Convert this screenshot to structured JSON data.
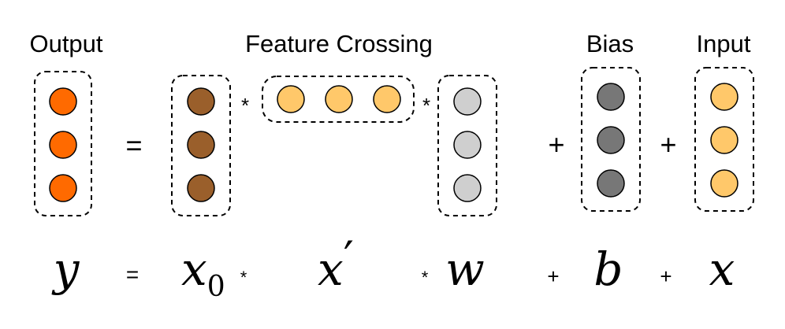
{
  "labels": {
    "output": "Output",
    "feature_crossing": "Feature Crossing",
    "bias": "Bias",
    "input": "Input"
  },
  "operators": {
    "equals": "=",
    "times": "*",
    "plus": "+"
  },
  "formula": {
    "y": "y",
    "x": "x",
    "sub0": "0",
    "prime": "′",
    "w": "w",
    "b": "b",
    "x_input": "x"
  },
  "colors": {
    "output": "#ff6a00",
    "x0": "#9a5f2b",
    "feature": "#ffc86a",
    "weight": "#cfcfcf",
    "bias": "#777777",
    "input": "#ffc86a"
  }
}
